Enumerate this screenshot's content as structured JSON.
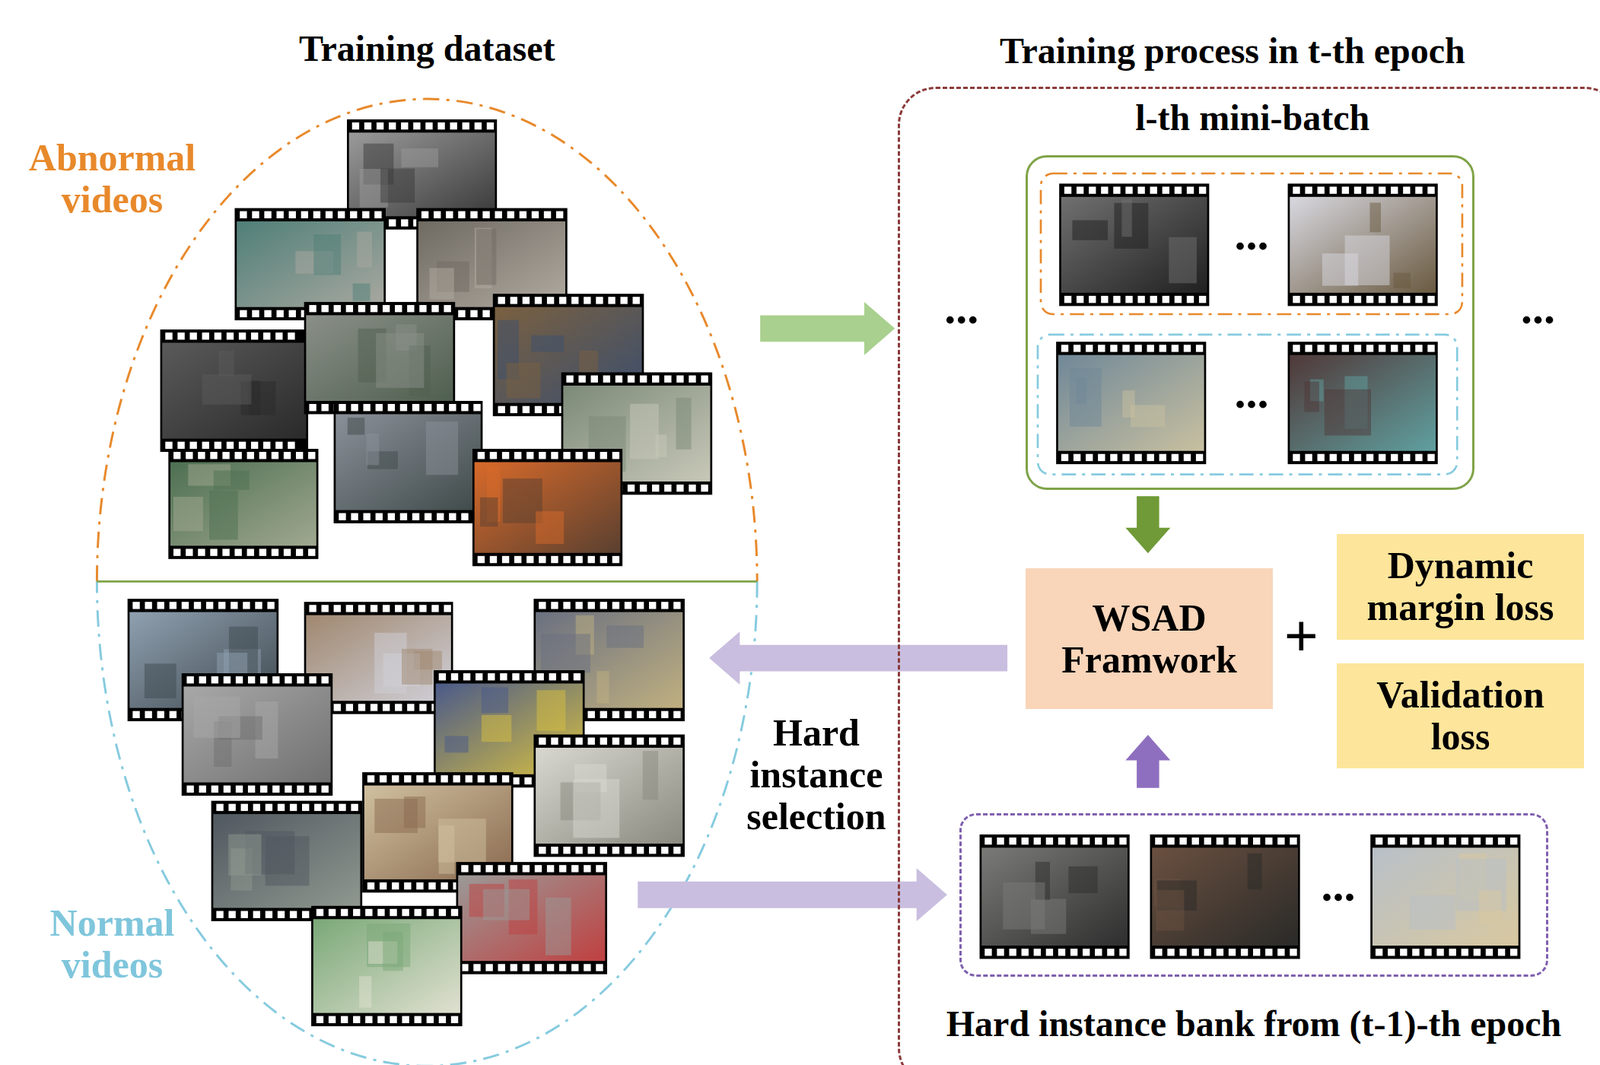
{
  "diagram": {
    "nodes": [
      {
        "text": [
          "Training dataset"
        ]
      },
      {
        "text": [
          "Abnormal videos"
        ],
        "in": 0
      },
      {
        "text": [
          "Normal videos"
        ],
        "in": 0
      },
      {
        "text": [
          "Training process in t-th epoch"
        ]
      },
      {
        "text": [
          "l-th mini-batch"
        ],
        "in": 3
      },
      {
        "text": [
          "WSAD Framwork"
        ],
        "in": 3
      },
      {
        "text": [
          "Dynamic margin loss"
        ],
        "in": 3
      },
      {
        "text": [
          "Validation loss"
        ],
        "in": 3
      },
      {
        "text": [
          "Hard instance bank from (t-1)-th epoch"
        ],
        "in": 3
      }
    ],
    "edges": [
      {
        "from": 0,
        "to": 3,
        "arrow": "to"
      },
      {
        "from": 4,
        "to": 5,
        "arrow": "to"
      },
      {
        "from": 5,
        "to": 2,
        "label": "Hard instance selection",
        "arrow": "to"
      },
      {
        "from": 2,
        "to": 8,
        "arrow": "to"
      },
      {
        "from": 8,
        "to": 5,
        "arrow": "to"
      }
    ],
    "labels": [
      "...",
      "...",
      "...",
      "...",
      "+",
      "..."
    ]
  }
}
